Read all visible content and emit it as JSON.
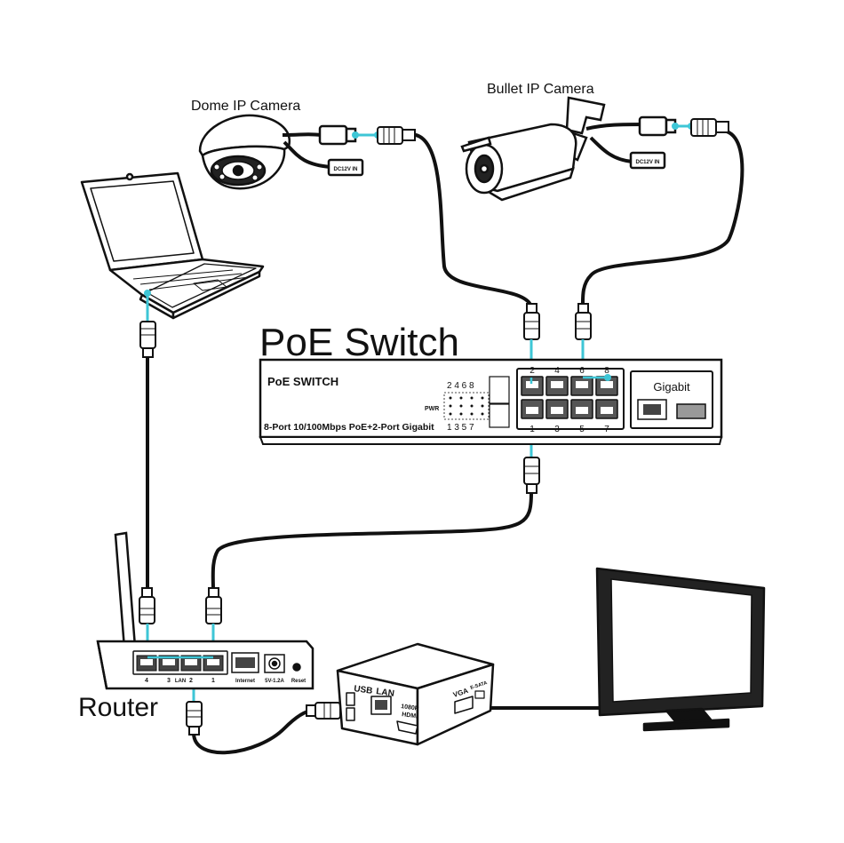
{
  "labels": {
    "dome_camera": "Dome IP Camera",
    "bullet_camera": "Bullet IP Camera",
    "poe_switch_title": "PoE Switch",
    "router": "Router"
  },
  "switch": {
    "brand": "PoE SWITCH",
    "model": "8-Port 10/100Mbps PoE+2-Port Gigabit",
    "pwr": "PWR",
    "led_top": "2 4 6 8",
    "led_bottom": "1 3 5 7",
    "gigabit": "Gigabit",
    "port_top": [
      "2",
      "4",
      "6",
      "8"
    ],
    "port_bottom": [
      "1",
      "3",
      "5",
      "7"
    ]
  },
  "router_panel": {
    "ports": [
      "4",
      "3",
      "LAN",
      "2",
      "1"
    ],
    "internet": "Internet",
    "power": "5V-1.2A",
    "reset": "Reset"
  },
  "nvr": {
    "usb": "USB",
    "lan": "LAN",
    "res": "1080P",
    "hdmi": "HDMI",
    "vga": "VGA",
    "esata": "E-SATA"
  },
  "balun": "DC12V IN",
  "colors": {
    "line": "#111111",
    "accent": "#3ec6d6",
    "fill": "#ffffff"
  }
}
